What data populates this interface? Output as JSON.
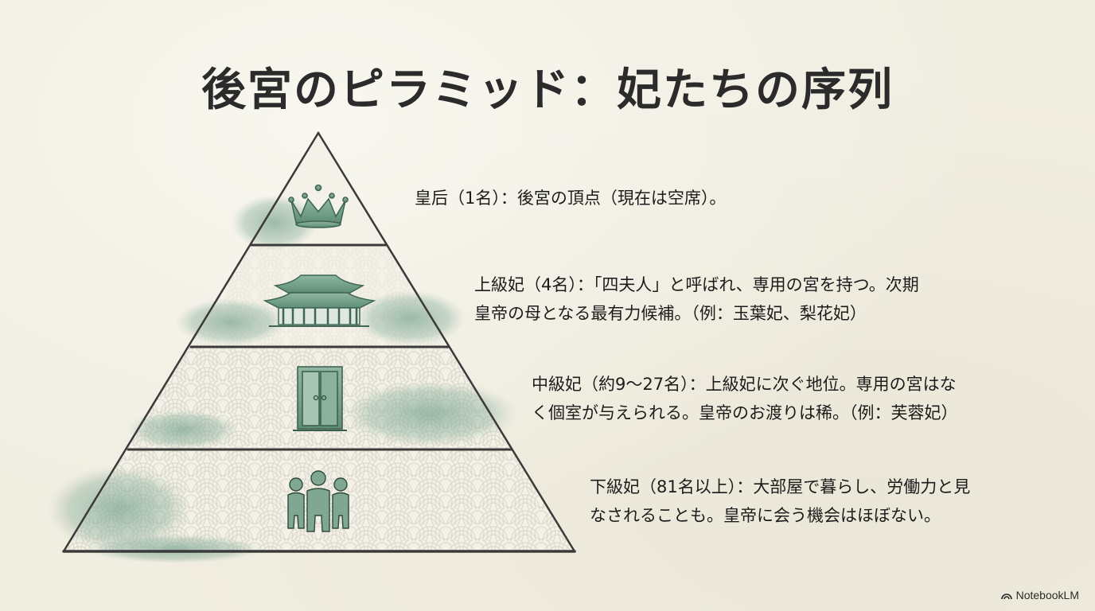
{
  "title": "後宮のピラミッド：妃たちの序列",
  "colors": {
    "background": "#f0ede1",
    "ink": "#2b2b2b",
    "jade": "#7fa892",
    "jade_dark": "#4f7d66"
  },
  "tiers": [
    {
      "icon": "crown-icon",
      "lines": [
        "皇后（1名）：後宮の頂点（現在は空席）。"
      ]
    },
    {
      "icon": "palace-icon",
      "lines": [
        "上級妃（4名）：「四夫人」と呼ばれ、専用の宮を持つ。次期",
        "皇帝の母となる最有力候補。（例：玉葉妃、梨花妃）"
      ]
    },
    {
      "icon": "door-icon",
      "lines": [
        "中級妃（約9〜27名）：上級妃に次ぐ地位。専用の宮はな",
        "く個室が与えられる。皇帝のお渡りは稀。（例：芙蓉妃）"
      ]
    },
    {
      "icon": "people-icon",
      "lines": [
        "下級妃（81名以上）：大部屋で暮らし、労働力と見",
        "なされることも。皇帝に会う機会はほぼない。"
      ]
    }
  ],
  "brand": {
    "label": "NotebookLM",
    "icon": "notebooklm-logo-icon"
  }
}
